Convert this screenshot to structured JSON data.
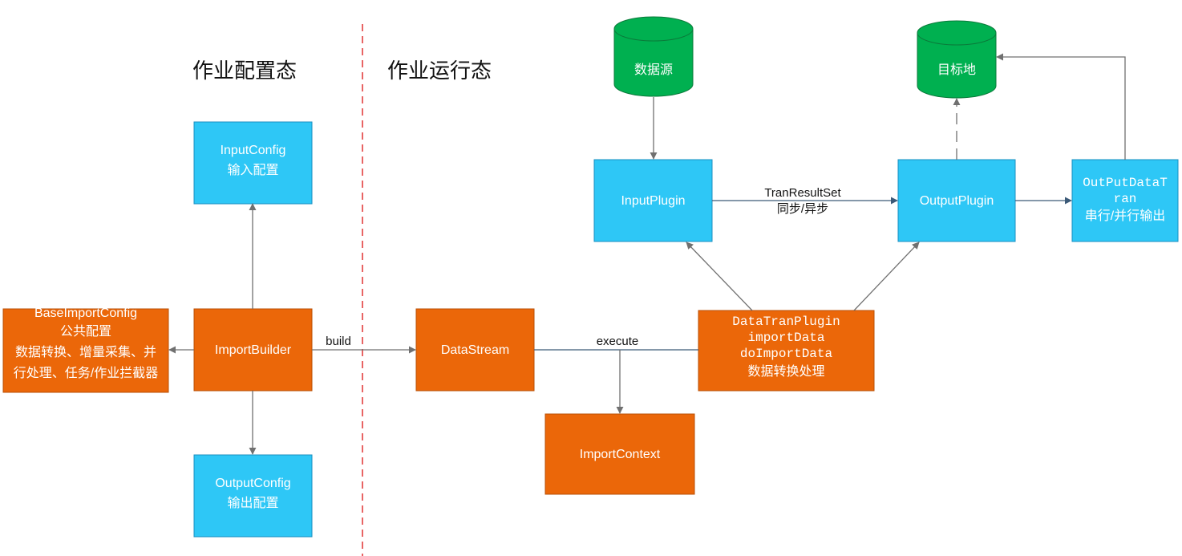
{
  "titles": {
    "config_phase": "作业配置态",
    "run_phase": "作业运行态"
  },
  "nodes": {
    "input_config": [
      "InputConfig",
      "输入配置"
    ],
    "output_config": [
      "OutputConfig",
      "输出配置"
    ],
    "base_import_config": [
      "BaseImportConfig",
      "公共配置",
      "数据转换、增量采集、并",
      "行处理、任务/作业拦截器"
    ],
    "import_builder": [
      "ImportBuilder"
    ],
    "data_stream": [
      "DataStream"
    ],
    "import_context": [
      "ImportContext"
    ],
    "data_tran_plugin": [
      "DataTranPlugin",
      "importData",
      "doImportData",
      "数据转换处理"
    ],
    "input_plugin": [
      "InputPlugin"
    ],
    "output_plugin": [
      "OutputPlugin"
    ],
    "output_data_tran": [
      "OutPutDataT",
      "ran",
      "串行/并行输出"
    ],
    "datasource": [
      "数据源"
    ],
    "target": [
      "目标地"
    ]
  },
  "edges": {
    "build": "build",
    "execute": "execute",
    "tran_result_set": [
      "TranResultSet",
      "同步/异步"
    ]
  },
  "colors": {
    "blue_box": "#2ec7f6",
    "orange_box": "#eb6709",
    "green_db": "#00b050",
    "divider": "#e03030",
    "arrow": "#707070",
    "arrow_dark": "#3c5a78"
  }
}
